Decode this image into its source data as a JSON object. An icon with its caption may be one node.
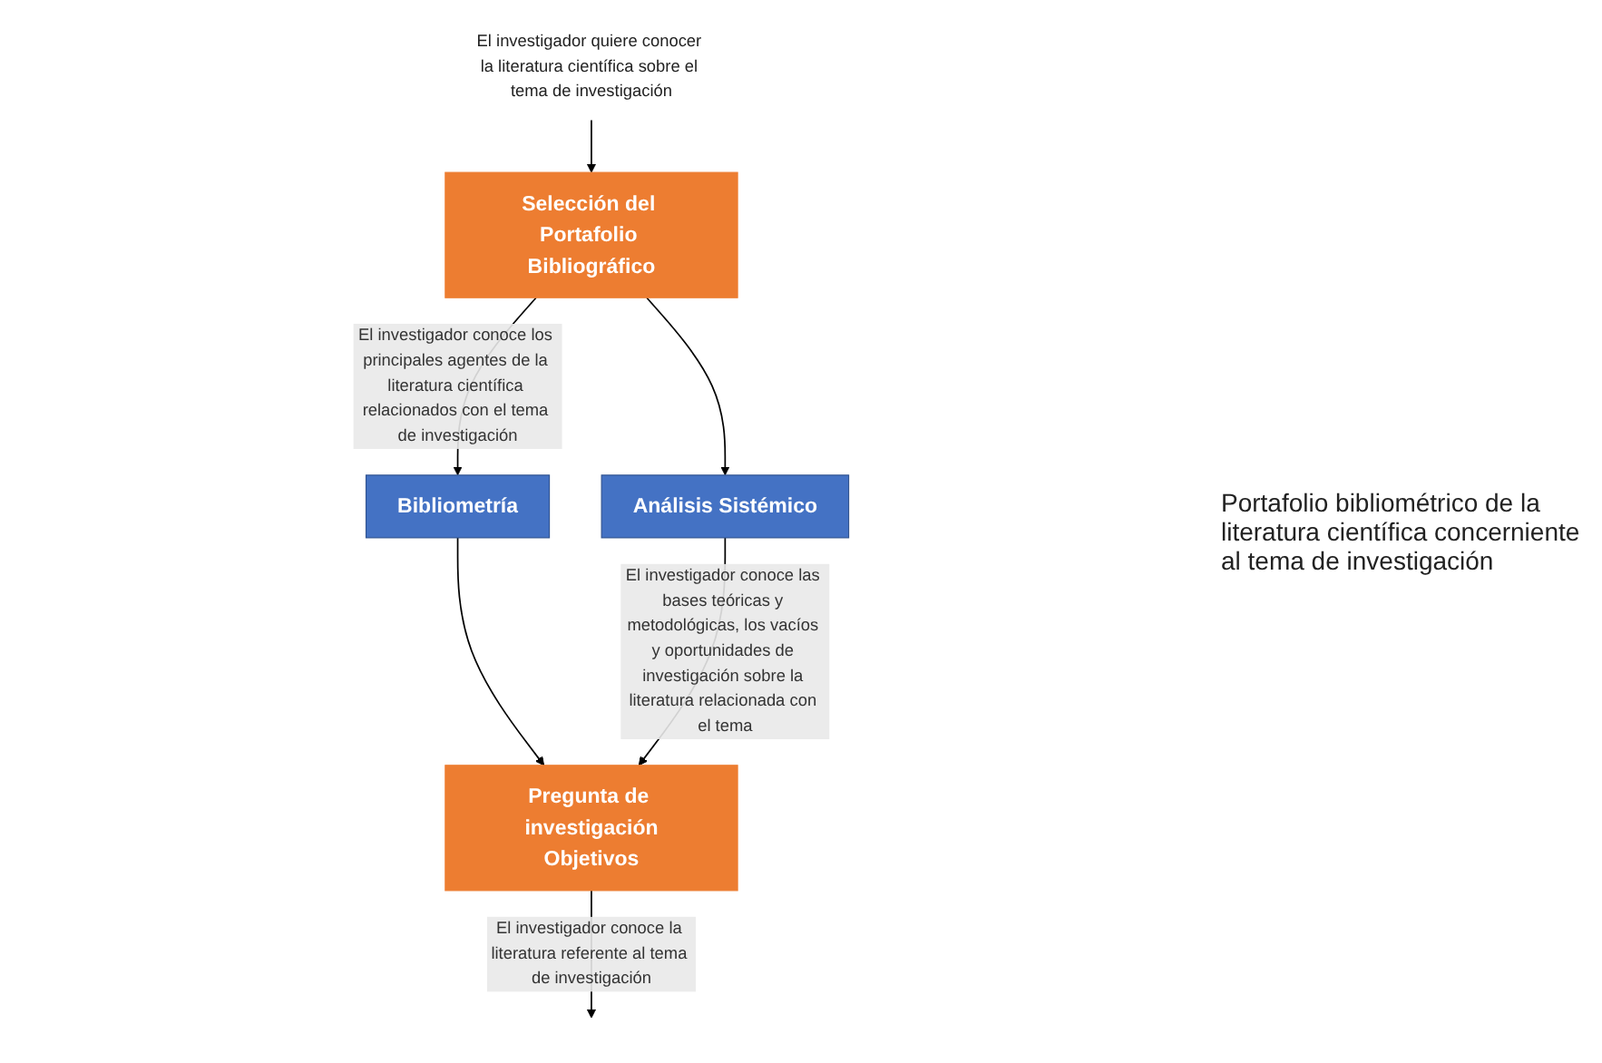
{
  "diagram": {
    "nodes": [
      {
        "text": [
          "El investigador quiere conocer la literatura científica sobre el tema de investigación"
        ]
      },
      {
        "text": [
          "Selección del Portafolio Bibliográfico"
        ]
      },
      {
        "text": [
          "Bibliometría"
        ]
      },
      {
        "text": [
          "Análisis Sistémico"
        ]
      },
      {
        "text": [
          "Pregunta de investigación",
          "Objetivos"
        ]
      }
    ],
    "edges": [
      {
        "from": 0,
        "to": 1,
        "arrow": "to"
      },
      {
        "from": 1,
        "to": 2,
        "arrow": "to",
        "label": "El investigador conoce los principales agentes de la literatura científica relacionados con el tema de investigación"
      },
      {
        "from": 1,
        "to": 3,
        "arrow": "to"
      },
      {
        "from": 2,
        "to": 4,
        "arrow": "to"
      },
      {
        "from": 3,
        "to": 4,
        "arrow": "to",
        "label": "El investigador conoce las bases teóricas y metodológicas, los vacíos y oportunidades de investigación sobre la literatura relacionada con el tema"
      },
      {
        "from": 4,
        "to": null,
        "arrow": "to",
        "label": "El investigador conoce la literatura referente al tema de investigación"
      }
    ],
    "labels": [
      "Portafolio bibliométrico de la literatura científica concerniente al tema de investigación"
    ]
  }
}
